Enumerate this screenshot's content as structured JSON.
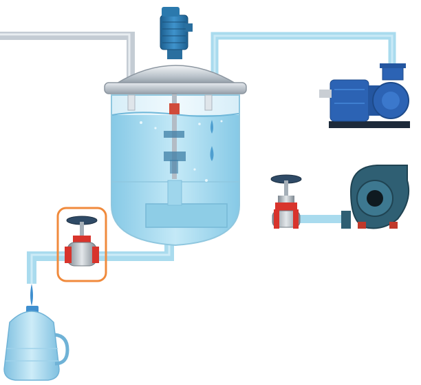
{
  "scene": {
    "highlight_color": "#f08a3c",
    "water_color": "#a8dcef",
    "pipe_color": "#c9d2da",
    "valve_wheel_color": "#2f4a66",
    "valve_flange_color": "#d8342c",
    "motor_color": "#2f7fb8",
    "pump_color": "#2c63b4",
    "blower_color": "#2f5f73"
  },
  "components": [
    {
      "id": "mixing-tank",
      "icon": "jacketed-tank-icon"
    },
    {
      "id": "agitator-motor",
      "icon": "motor-icon"
    },
    {
      "id": "centrifugal-pump",
      "icon": "pump-icon"
    },
    {
      "id": "blower",
      "icon": "blower-icon"
    },
    {
      "id": "outlet-valve",
      "icon": "globe-valve-icon",
      "highlighted": true
    },
    {
      "id": "inlet-valve",
      "icon": "globe-valve-icon",
      "highlighted": false
    },
    {
      "id": "water-bottle",
      "icon": "water-jug-icon"
    }
  ]
}
